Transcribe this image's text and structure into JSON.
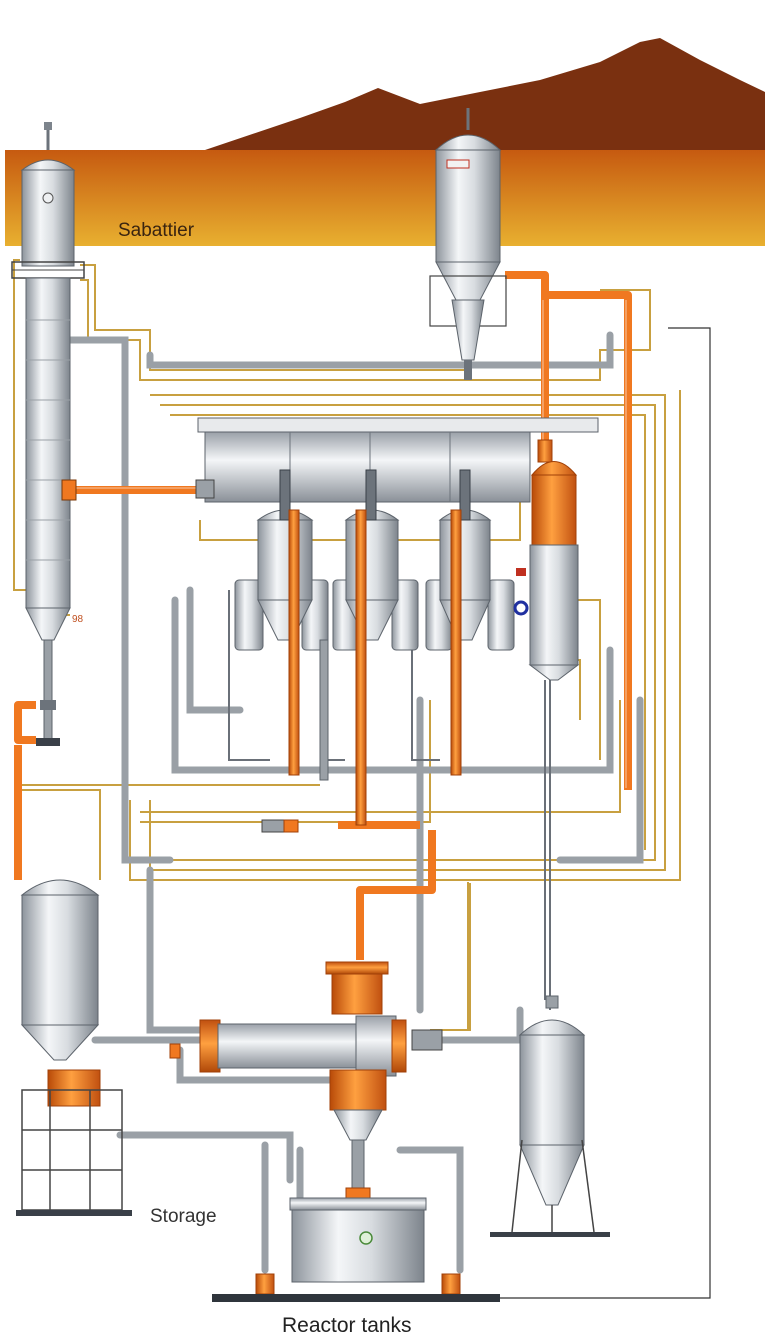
{
  "labels": {
    "sabatier": "Sabattier",
    "storage": "Storage",
    "reactor_tanks": "Reactor tanks",
    "side_number": "98"
  },
  "colors": {
    "sky_top": "#c65a10",
    "sky_bottom": "#e8b030",
    "mountain": "#7a3010",
    "steel_light": "#f2f4f6",
    "steel_dark": "#8d949c",
    "pipe_gray": "#9aa0a6",
    "pipe_orange": "#f07820",
    "pipe_gold": "#c8a040"
  },
  "icons": [
    "distillation-column-icon",
    "cyclone-separator-icon",
    "heat-exchanger-icon",
    "storage-silo-icon",
    "reactor-tank-icon"
  ]
}
